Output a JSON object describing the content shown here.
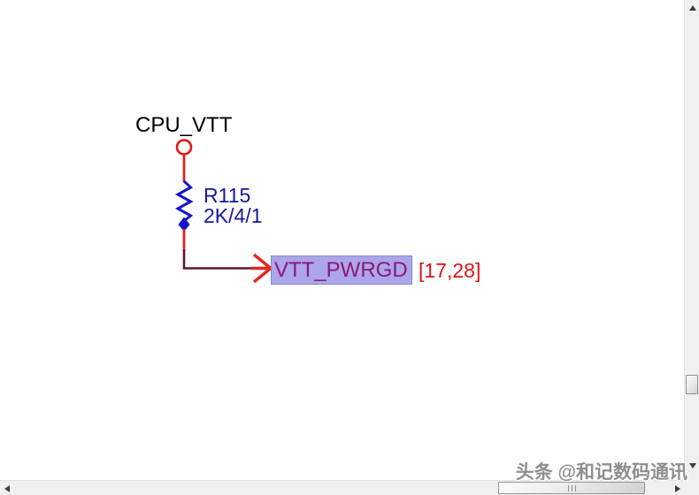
{
  "colors": {
    "wire_red": "#e81414",
    "wire_dark": "#5c1837",
    "arrow_red": "#e8251c",
    "resistor_blue": "#1414c8",
    "part_text_blue": "#17179c",
    "net_label_text": "#8b1879",
    "net_label_fill": "#aba6e9",
    "net_label_border": "#8a86d0",
    "page_ref_red": "#dd1414",
    "title_text": "#000000",
    "scrollbar_track": "#f1f0ee",
    "watermark_gray": "#8f8f8f"
  },
  "schematic": {
    "power_net": "CPU_VTT",
    "resistor_ref": "R115",
    "resistor_value": "2K/4/1",
    "net_label": "VTT_PWRGD",
    "page_ref": "[17,28]"
  },
  "icons": {
    "terminal": "open-circle-terminal",
    "resistor": "zigzag-resistor",
    "off_page_arrow": "right-arrow-connector",
    "scroll_up": "triangle-up",
    "scroll_down": "triangle-down",
    "scroll_left": "triangle-left",
    "scroll_right": "triangle-right"
  },
  "watermark": "头条 @和记数码通讯"
}
